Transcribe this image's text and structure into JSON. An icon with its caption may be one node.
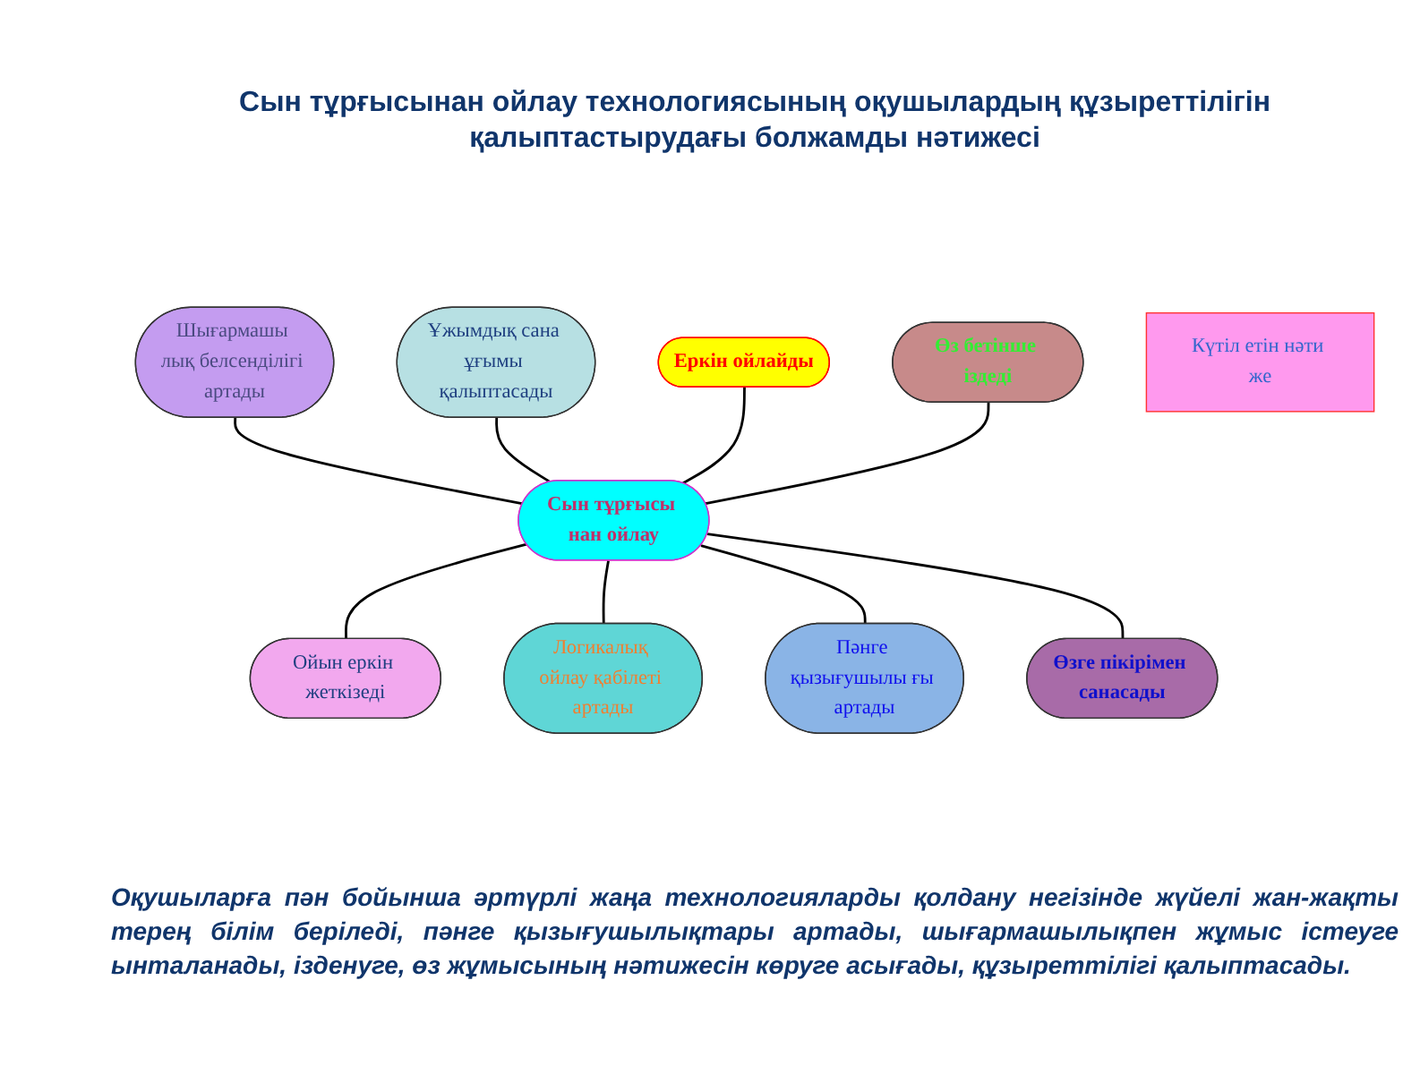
{
  "diagram": {
    "title": "Сын тұрғысынан ойлау технологиясының оқушылардың құзыреттілігін қалыптастырудағы болжамды нәтижесі",
    "nodes": [
      {
        "text": [
          "Сын тұрғысы нан ойлау"
        ]
      },
      {
        "text": [
          "Ұжымдық сана ұғымы қалыптасады"
        ]
      },
      {
        "text": [
          "Еркін ойлайды"
        ]
      },
      {
        "text": [
          "Ойын еркін жеткізеді"
        ]
      },
      {
        "text": [
          "Өзге пікірімен санасады"
        ]
      },
      {
        "text": [
          "Пәнге қызығушылы ғы артады"
        ]
      },
      {
        "text": [
          "Логикалық ойлау қабілеті артады"
        ]
      },
      {
        "text": [
          "Өз бетінше іздеді"
        ]
      },
      {
        "text": [
          "Шығармашы лық белсенділігі артады"
        ]
      },
      {
        "text": [
          "Күтіл етін нәти же"
        ]
      }
    ],
    "edges": [
      {
        "from": 8,
        "to": 0,
        "arrow": "none"
      },
      {
        "from": 1,
        "to": 0,
        "arrow": "none"
      },
      {
        "from": 2,
        "to": 0,
        "arrow": "none"
      },
      {
        "from": 7,
        "to": 0,
        "arrow": "none"
      },
      {
        "from": 0,
        "to": 3,
        "arrow": "none"
      },
      {
        "from": 0,
        "to": 6,
        "arrow": "none"
      },
      {
        "from": 0,
        "to": 5,
        "arrow": "none"
      },
      {
        "from": 0,
        "to": 4,
        "arrow": "none"
      }
    ],
    "caption": "Оқушыларға пән бойынша әртүрлі жаңа технологияларды қолдану негізінде жүйелі жан-жақты терең білім беріледі, пәнге қызығушылықтары артады, шығармашылықпен жұмыс істеуге ынталанады, ізденуге, өз жұмысының нәтижесін көруге асығады, құзыреттілігі қалыптасады."
  }
}
